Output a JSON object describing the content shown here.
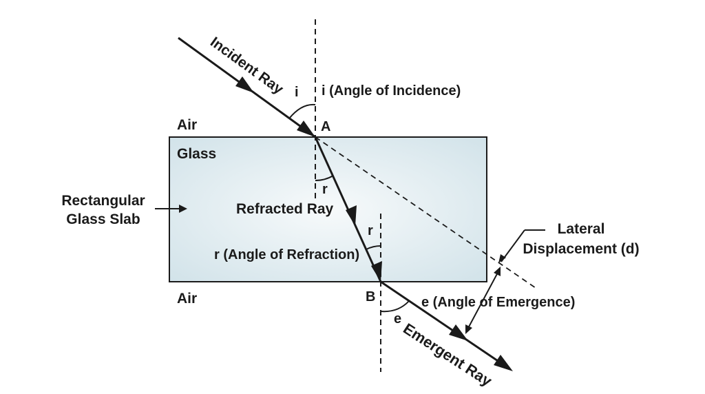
{
  "labels": {
    "air_top": "Air",
    "air_bottom": "Air",
    "glass": "Glass",
    "slab_line1": "Rectangular",
    "slab_line2": "Glass Slab",
    "point_a": "A",
    "point_b": "B",
    "incident_ray": "Incident Ray",
    "angle_i": "i",
    "angle_incidence": "i (Angle of Incidence)",
    "angle_r_top": "r",
    "refracted_ray": "Refracted Ray",
    "angle_r_bottom": "r",
    "angle_refraction": "r (Angle of Refraction)",
    "angle_emergence": "e (Angle of Emergence)",
    "angle_e": "e",
    "emergent_ray": "Emergent Ray",
    "lateral_line1": "Lateral",
    "lateral_line2": "Displacement (d)"
  },
  "colors": {
    "glass_fill_light": "#f7fafb",
    "glass_fill_edge": "#cfe1e8",
    "ink": "#1a1a1a"
  }
}
